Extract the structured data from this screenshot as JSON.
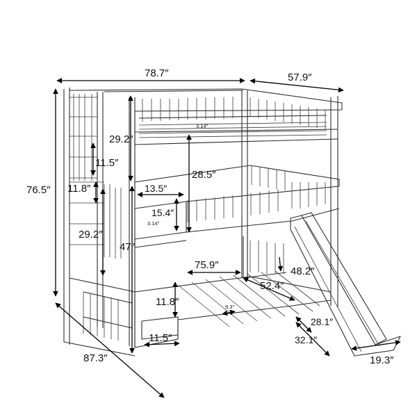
{
  "dimensions": {
    "total_length": "78.7″",
    "total_width": "57.9″",
    "total_height": "76.5″",
    "base_length": "87.3″",
    "top_guardrail": "29.2″",
    "top_ladder_step": "11.5″",
    "middle_clearance": "28.5″",
    "middle_ladder_step": "11.8″",
    "middle_opening": "13.5″",
    "middle_guardrail": "15.4″",
    "middle_slat_gap": "3.14″",
    "top_slat_gap": "3.14″",
    "middle_ladder_height": "29.2″",
    "middle_height": "47″",
    "bottom_length": "75.9″",
    "bottom_width": "52.4″",
    "slat_gap": "9.3″",
    "slide_length": "48.2″",
    "bottom_step": "11.8″",
    "bottom_step_width": "11.5″",
    "slide_base_depth": "28.1″",
    "slide_base_width": "32.1″",
    "slide_width": "19.3″"
  }
}
